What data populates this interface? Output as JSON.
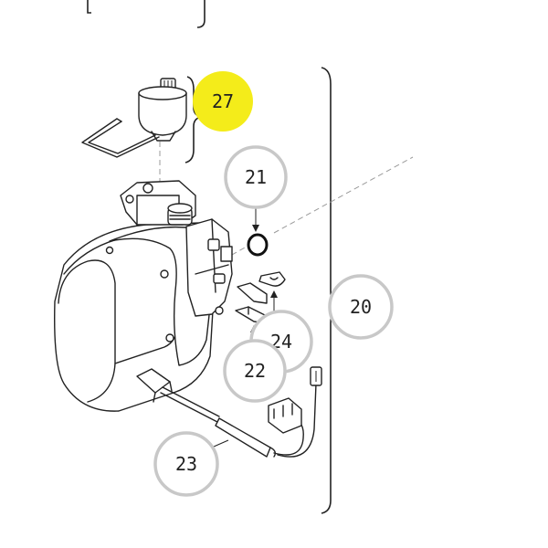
{
  "diagram": {
    "callouts": [
      {
        "id": "27",
        "label": "27",
        "highlighted": true
      },
      {
        "id": "21",
        "label": "21",
        "highlighted": false
      },
      {
        "id": "20",
        "label": "20",
        "highlighted": false
      },
      {
        "id": "24",
        "label": "24",
        "highlighted": false
      },
      {
        "id": "22",
        "label": "22",
        "highlighted": false
      },
      {
        "id": "23",
        "label": "23",
        "highlighted": false
      }
    ],
    "colors": {
      "highlight": "#f4ec1a",
      "ring": "#c8c8c8",
      "ink": "#222222"
    }
  }
}
